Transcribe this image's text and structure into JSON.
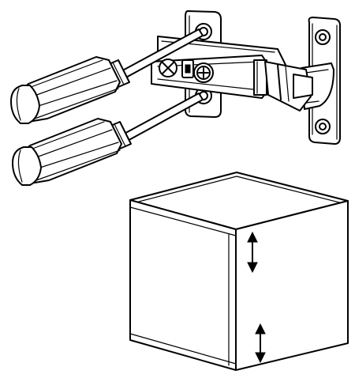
{
  "figure": {
    "parts": [
      "hinge",
      "mounting-plate",
      "screwdriver",
      "screwdriver",
      "cabinet-door",
      "adjustment-arrow",
      "adjustment-arrow"
    ],
    "colors": {
      "line": "#000000",
      "background": "#ffffff"
    }
  }
}
